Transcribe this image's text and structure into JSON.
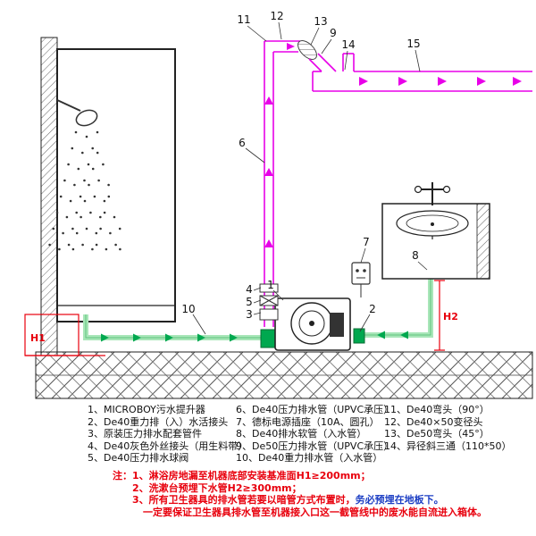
{
  "callouts": {
    "n1": "1",
    "n2": "2",
    "n3": "3",
    "n4": "4",
    "n5": "5",
    "n6": "6",
    "n7": "7",
    "n8": "8",
    "n9": "9",
    "n10": "10",
    "n11": "11",
    "n12": "12",
    "n13": "13",
    "n14": "14",
    "n15": "15"
  },
  "dims": {
    "h1": "H1",
    "h2": "H2"
  },
  "legend": {
    "col1": [
      "1、MICROBOY污水提升器",
      "2、De40重力排（入）水活接头",
      "3、原装压力排水配套管件",
      "4、De40灰色外丝接头（用生料带）",
      "5、De40压力排水球阀"
    ],
    "col2": [
      "6、De40压力排水管（UPVC承压）",
      "7、德标电源插座（10A、圆孔）",
      "8、De40排水软管（入水管）",
      "9、De50压力排水管（UPVC承压）",
      "10、De40重力排水管（入水管）"
    ],
    "col3": [
      "11、De40弯头（90°）",
      "12、De40×50变径头",
      "13、De50弯头（45°）",
      "14、异径斜三通（110*50）"
    ]
  },
  "notes": {
    "l1": "注：1、淋浴房地漏至机器底部安装基准面H1≥200mm；",
    "l2": "2、洗漱台预埋下水管H2≥300mm；",
    "l3a": "3、所有卫生器具的排水管若要以暗管方式布置时，",
    "l3b": "务必预埋在地板下。",
    "l4": "一定要保证卫生器具排水管至机器接入口这一截管线中的废水能自流进入箱体。"
  }
}
